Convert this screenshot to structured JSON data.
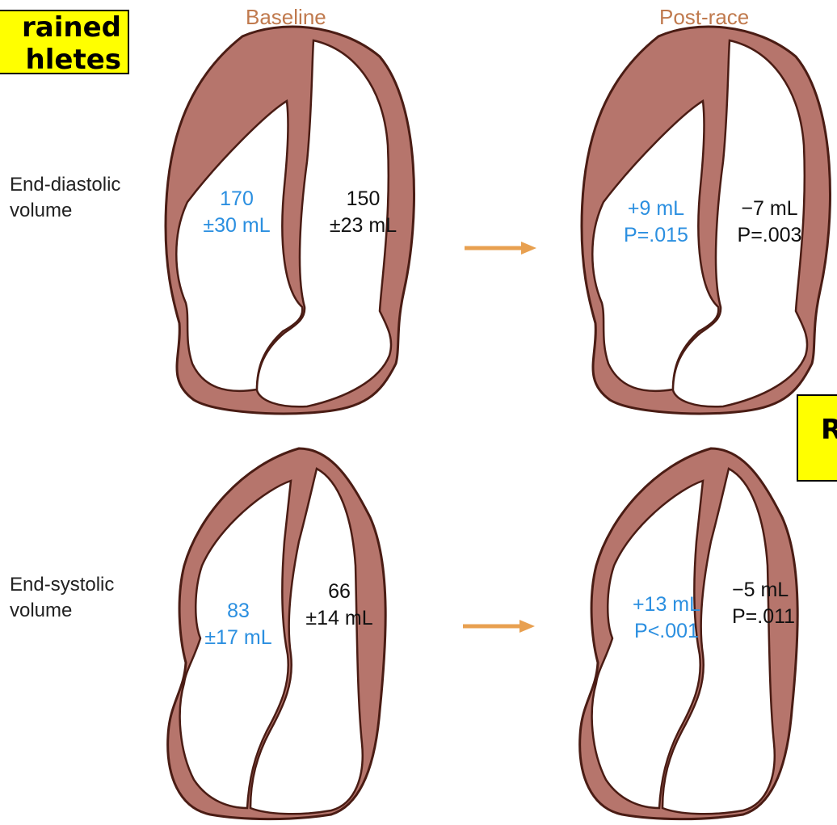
{
  "columns": {
    "baseline": "Baseline",
    "post_race": "Post-race"
  },
  "rows": {
    "edv": {
      "line1": "End-diastolic",
      "line2": "volume"
    },
    "esv": {
      "line1": "End-systolic",
      "line2": "volume"
    }
  },
  "callouts": {
    "top_left": {
      "line1": "rained",
      "line2": "hletes"
    },
    "right": {
      "line1": "R",
      "line2": ""
    }
  },
  "values": {
    "edv_baseline_rv": {
      "line1": "170",
      "line2": "±30 mL"
    },
    "edv_baseline_lv": {
      "line1": "150",
      "line2": "±23 mL"
    },
    "edv_post_rv": {
      "line1": "+9 mL",
      "line2": "P=.015"
    },
    "edv_post_lv": {
      "line1": "−7 mL",
      "line2": "P=.003"
    },
    "esv_baseline_rv": {
      "line1": "83",
      "line2": "±17 mL"
    },
    "esv_baseline_lv": {
      "line1": "66",
      "line2": "±14 mL"
    },
    "esv_post_rv": {
      "line1": "+13 mL",
      "line2": "P<.001"
    },
    "esv_post_lv": {
      "line1": "−5 mL",
      "line2": "P=.011"
    }
  },
  "colors": {
    "myocardium": "#b6756c",
    "outline": "#4a1c14",
    "arrow": "#e8a050",
    "rv_text": "#2b8fe0",
    "callout_bg": "#ffff00"
  },
  "icons": {
    "arrow": "right-arrow-icon",
    "heart": "heart-section-icon"
  }
}
